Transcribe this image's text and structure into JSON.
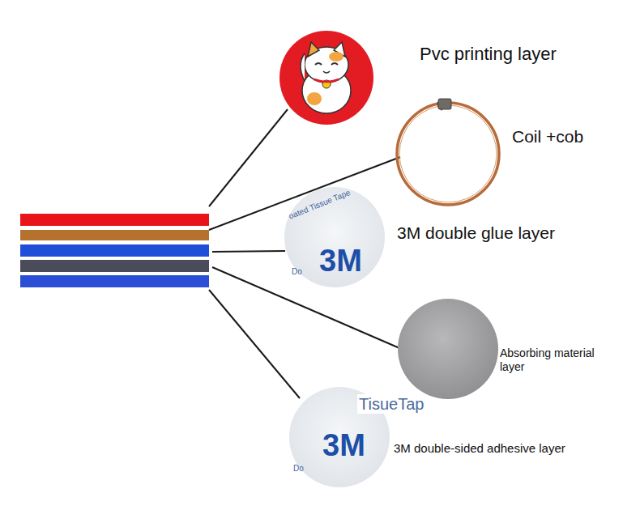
{
  "diagram": {
    "labels": [
      "Pvc printing layer",
      "Coil +cob",
      "oated Tissue Tape",
      "3M",
      "3M double glue layer",
      "Do",
      "Absorbing material layer",
      "TisueTap",
      "3M",
      "3M double-sided adhesive layer",
      "Do"
    ]
  }
}
